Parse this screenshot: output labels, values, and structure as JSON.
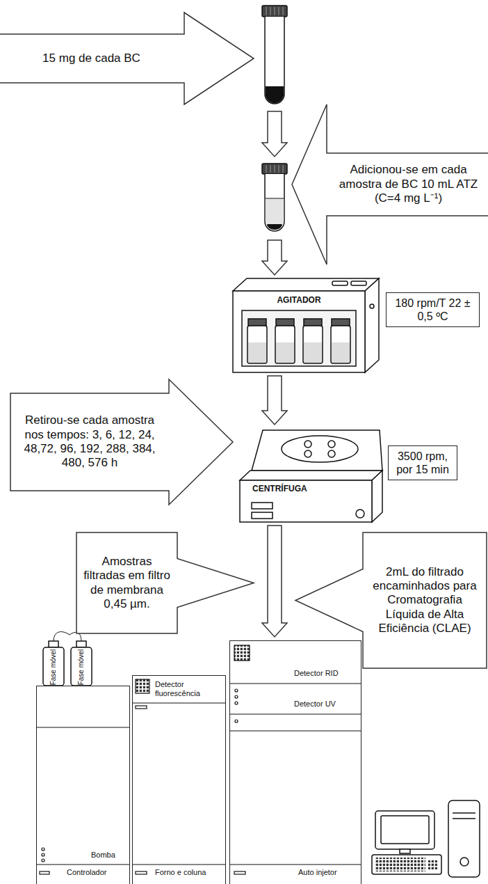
{
  "diagram": {
    "nodes": [
      {
        "text": [
          "15 mg de cada BC"
        ]
      },
      {
        "text": [
          "Adicionou-se em cada amostra de BC 10 mL ATZ (C=4 mg L⁻¹)"
        ]
      },
      {
        "text": [
          "AGITADOR"
        ]
      },
      {
        "text": [
          "180 rpm/T 22 ± 0,5 ºC"
        ]
      },
      {
        "text": [
          "Retirou-se cada amostra nos tempos: 3, 6, 12, 24, 48,72, 96, 192, 288, 384, 480, 576 h"
        ]
      },
      {
        "text": [
          "CENTRÍFUGA"
        ]
      },
      {
        "text": [
          "3500 rpm, por 15 min"
        ]
      },
      {
        "text": [
          "Amostras filtradas em filtro de membrana 0,45 µm."
        ]
      },
      {
        "text": [
          "2mL do filtrado encaminhados para Cromatografia Líquida de Alta Eficiência (CLAE)"
        ]
      },
      {
        "text": [
          "Bomba",
          "Controlador"
        ]
      },
      {
        "text": [
          "Detector fluorescência",
          "Forno e coluna"
        ]
      },
      {
        "text": [
          "Detector RID",
          "Detector UV",
          "Auto injetor"
        ]
      }
    ],
    "edges": [
      {
        "from": 2,
        "to": 5,
        "arrow": "to"
      },
      {
        "from": 5,
        "to": 11,
        "arrow": "to"
      }
    ],
    "labels": [
      "Fase móvel",
      "Fase móvel"
    ]
  }
}
